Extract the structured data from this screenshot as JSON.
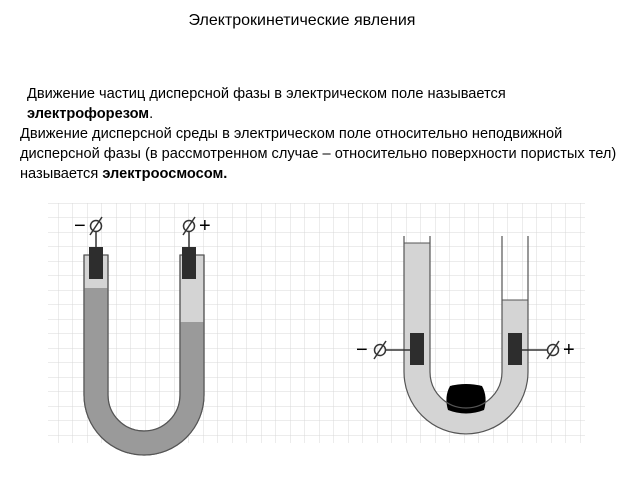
{
  "page": {
    "title": "Электрокинетические явления"
  },
  "text": {
    "p1_prefix": "Движение частиц дисперсной фазы в электрическом поле называется",
    "p1_term": "электрофорезом",
    "p1_suffix": ".",
    "p2_prefix": "Движение дисперсной среды в электрическом поле относительно неподвижной дисперсной фазы (в рассмотренном случае – относительно поверхности пористых тел) называется",
    "p2_term": "электроосмосом."
  },
  "figure_left": {
    "minus_label": "−",
    "plus_label": "+"
  },
  "figure_right": {
    "minus_label": "−",
    "plus_label": "+"
  },
  "colors": {
    "grid": "#d9d9d9",
    "tube_fill": "#d4d4d4",
    "dispersion_fill": "#9a9a9a",
    "porous_plug": "#000000",
    "electrode": "#2d2d2d",
    "outline": "#555555"
  }
}
